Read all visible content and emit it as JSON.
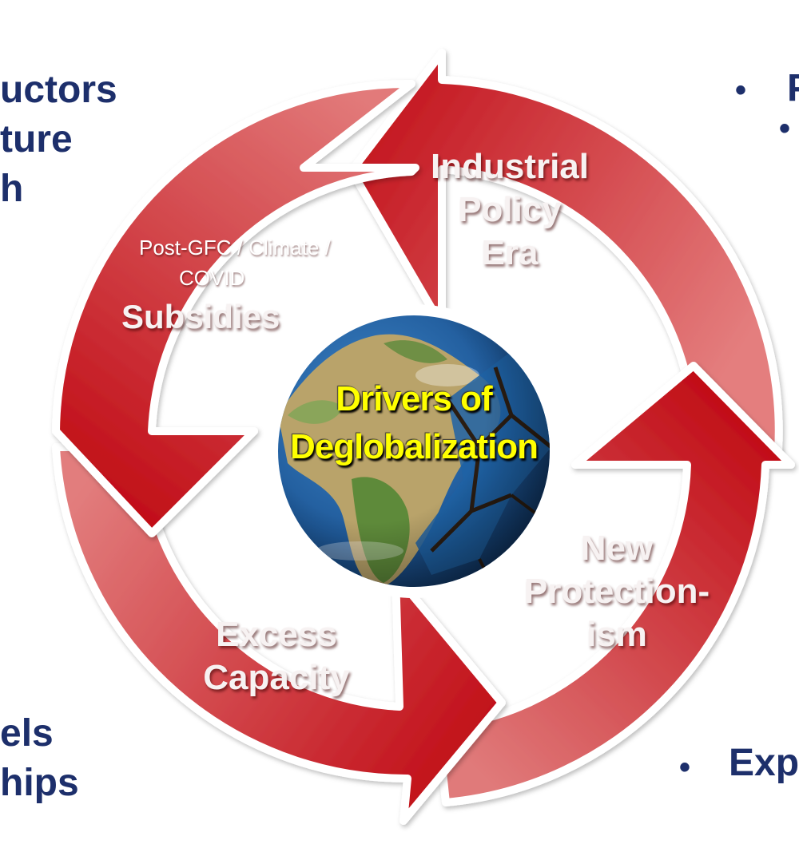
{
  "left_partial_text": {
    "line1": "uctors",
    "line2": "ture",
    "line3": "h"
  },
  "right_partial_text": {
    "bullet1": "•",
    "text1": "P",
    "bullet2": "•"
  },
  "bottom_left_partial_text": {
    "line1": "els",
    "line2": "hips"
  },
  "bottom_right_partial_text": {
    "bullet": "•",
    "text": "Exp"
  },
  "segments": {
    "industrial": {
      "line1": "Industrial",
      "line2": "Policy",
      "line3": "Era"
    },
    "subsidies": {
      "small1": "Post-GFC / Climate /",
      "small2": "COVID",
      "label": "Subsidies"
    },
    "protectionism": {
      "line1": "New",
      "line2": "Protection-",
      "line3": "ism"
    },
    "excess": {
      "line1": "Excess",
      "line2": "Capacity"
    }
  },
  "center": {
    "line1": "Drivers of",
    "line2": "Deglobalization"
  },
  "colors": {
    "arrow_dark": "#c00a14",
    "arrow_light": "#e07a7a",
    "text_navy": "#1d2f6b",
    "center_text": "#ffff00"
  }
}
